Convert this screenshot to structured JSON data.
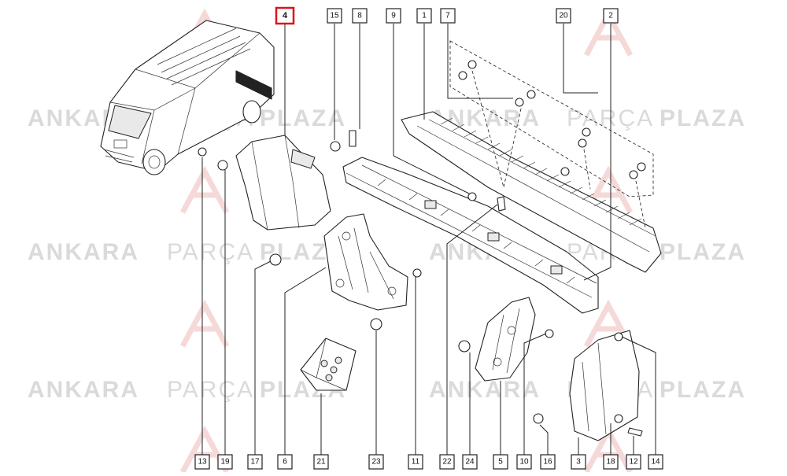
{
  "watermark": {
    "word1": "ANKARA",
    "word2": "PARÇA",
    "word3": "PLAZA",
    "color": "#bdbdbd",
    "logo_color": "#f1c9c9"
  },
  "diagram": {
    "highlight_color": "#d9141e",
    "top_callouts": [
      "4",
      "15",
      "8",
      "9",
      "1",
      "7",
      "20",
      "2"
    ],
    "bottom_callouts": [
      "13",
      "19",
      "17",
      "6",
      "21",
      "23",
      "11",
      "22",
      "24",
      "5",
      "10",
      "16",
      "3",
      "18",
      "12",
      "14"
    ],
    "highlighted": "4"
  }
}
